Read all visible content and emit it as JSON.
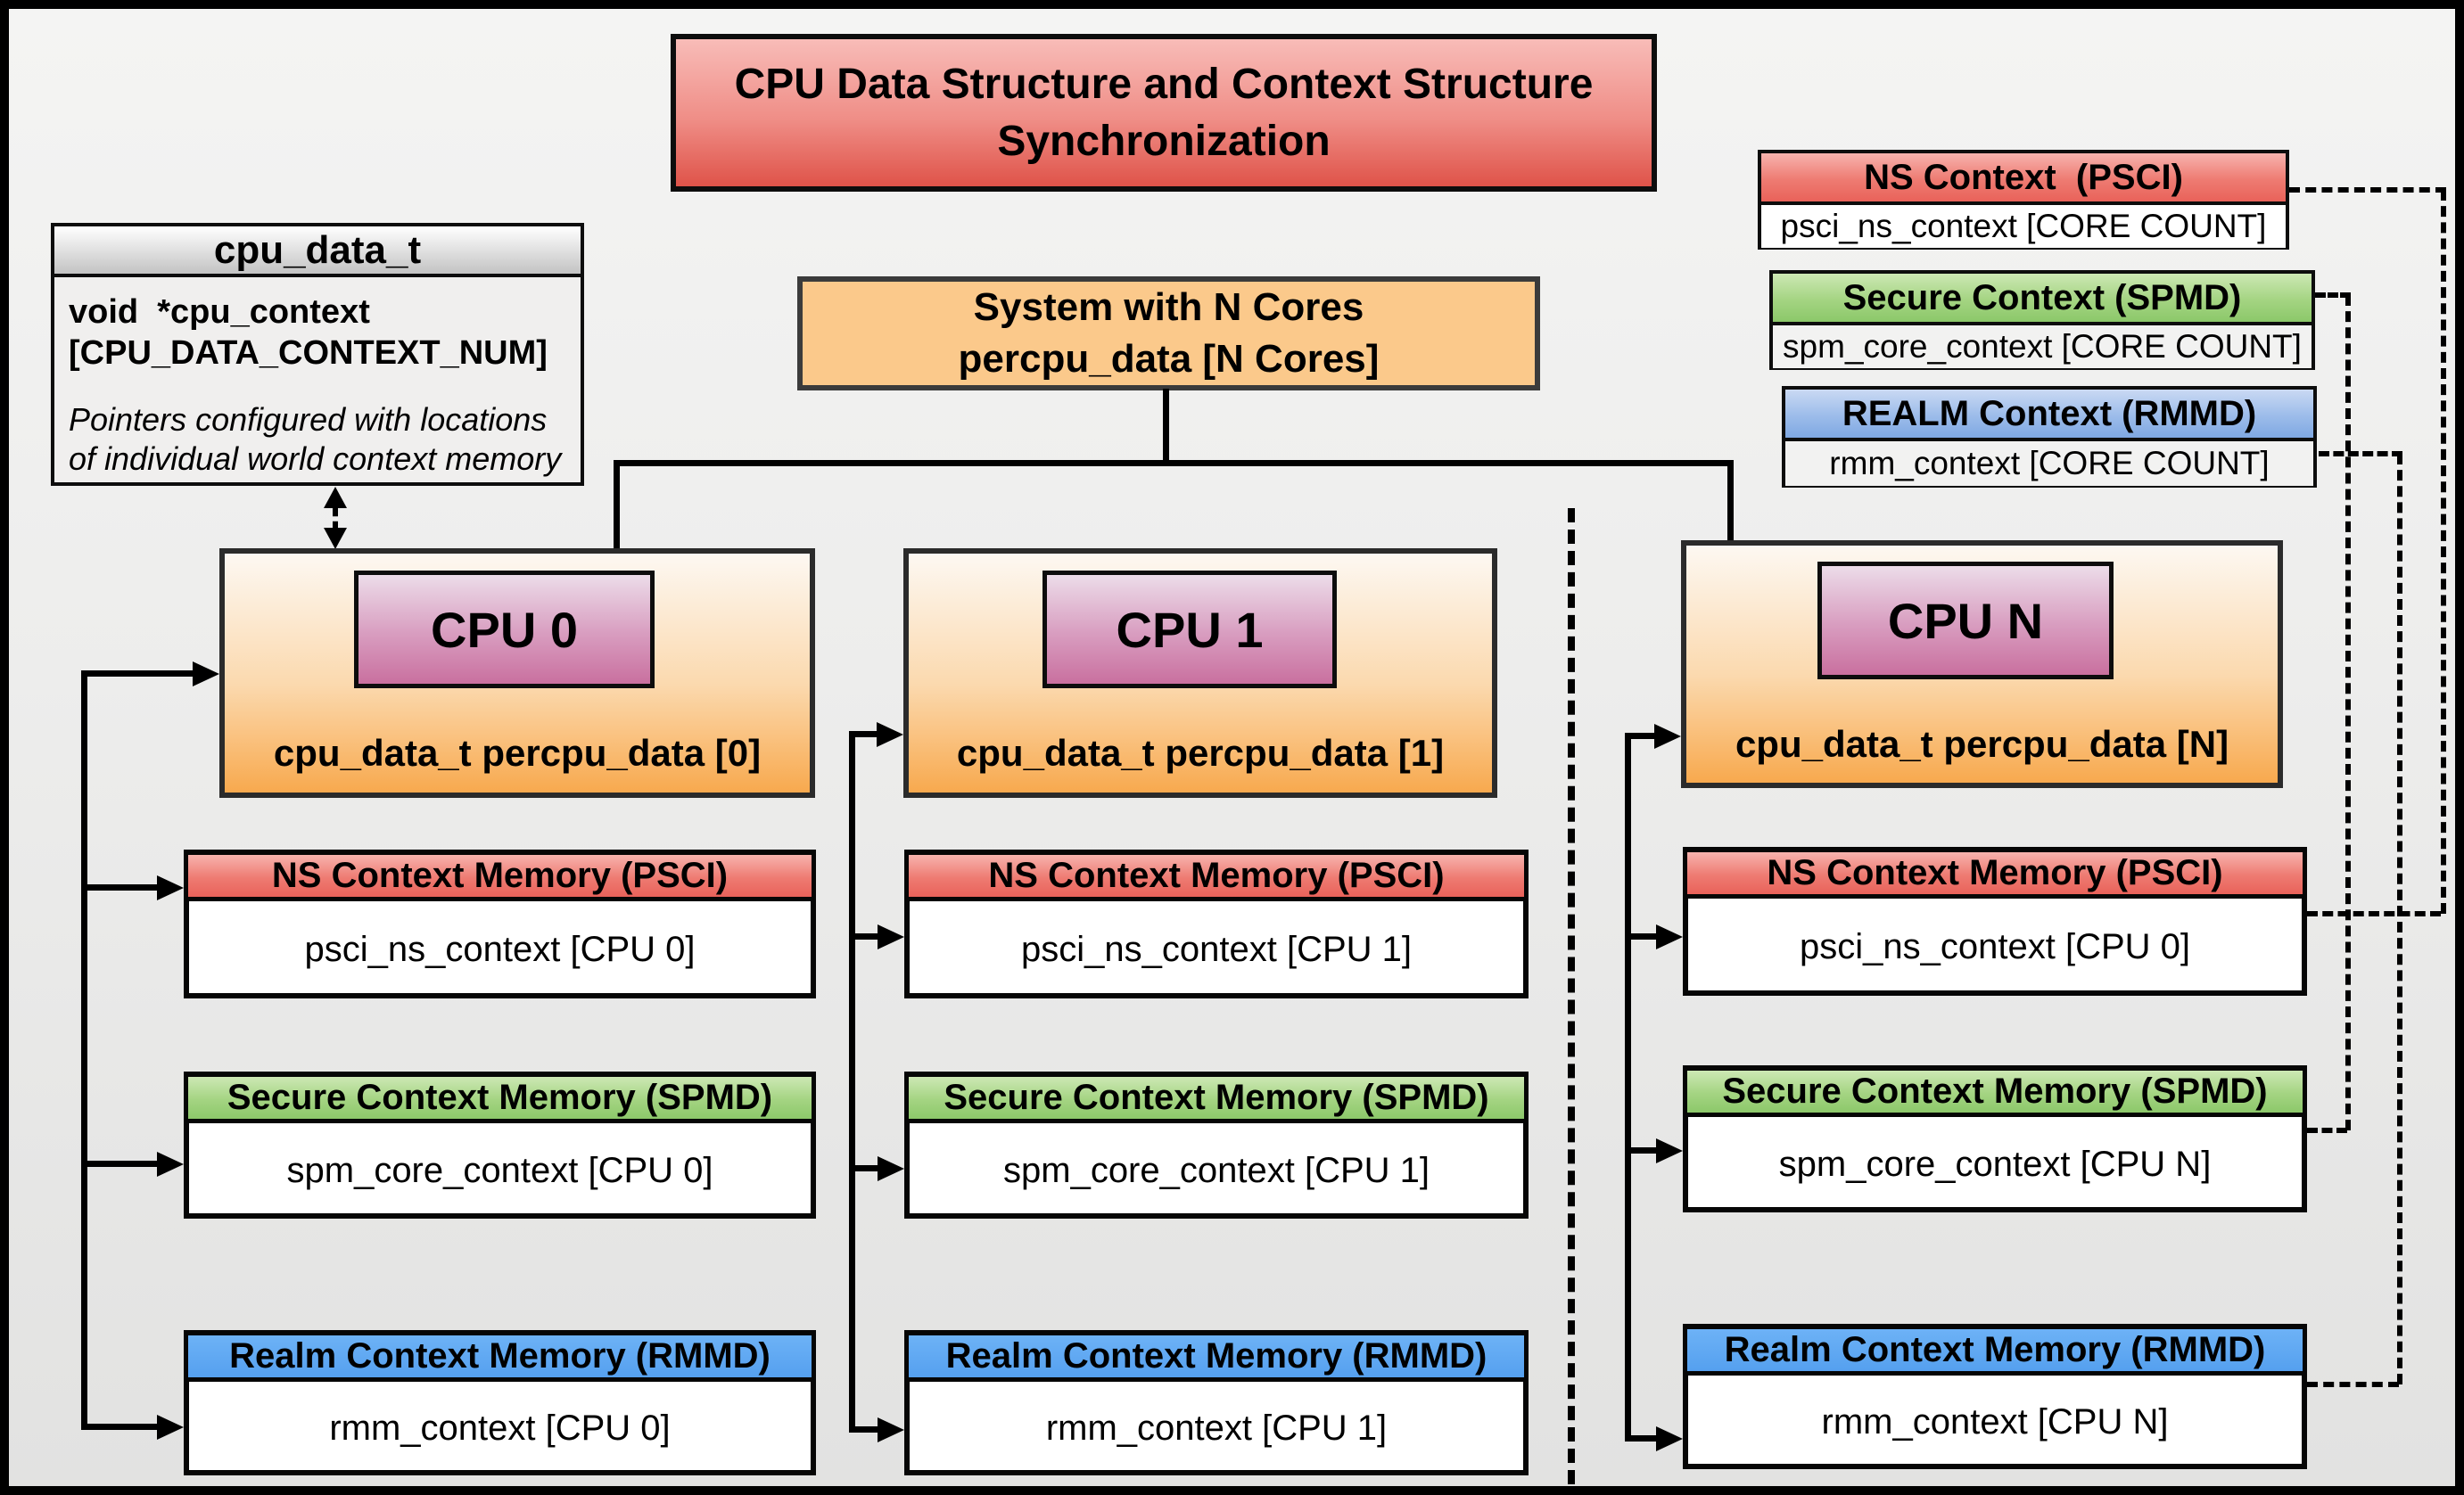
{
  "title": {
    "line1": "CPU Data Structure and Context Structure",
    "line2": "Synchronization"
  },
  "cpu_data_t_box": {
    "header": "cpu_data_t",
    "field_line1": "void  *cpu_context",
    "field_line2": "[CPU_DATA_CONTEXT_NUM]",
    "note_line1": "Pointers configured with locations",
    "note_line2": "of individual world context memory"
  },
  "system_box": {
    "line1": "System with N Cores",
    "line2": "percpu_data [N Cores]"
  },
  "legend": [
    {
      "header": "NS Context  (PSCI)",
      "body": "psci_ns_context [CORE COUNT]"
    },
    {
      "header": "Secure Context (SPMD)",
      "body": "spm_core_context [CORE COUNT]"
    },
    {
      "header": "REALM Context (RMMD)",
      "body": "rmm_context [CORE COUNT]"
    }
  ],
  "columns": [
    {
      "cpu_label": "CPU 0",
      "cpu_sublabel": "cpu_data_t percpu_data [0]",
      "memory_boxes": [
        {
          "header": "NS Context Memory (PSCI)",
          "body": "psci_ns_context [CPU 0]"
        },
        {
          "header": "Secure Context Memory (SPMD)",
          "body": "spm_core_context [CPU 0]"
        },
        {
          "header": "Realm Context Memory (RMMD)",
          "body": "rmm_context [CPU 0]"
        }
      ]
    },
    {
      "cpu_label": "CPU 1",
      "cpu_sublabel": "cpu_data_t percpu_data [1]",
      "memory_boxes": [
        {
          "header": "NS Context Memory (PSCI)",
          "body": "psci_ns_context [CPU 1]"
        },
        {
          "header": "Secure Context Memory (SPMD)",
          "body": "spm_core_context [CPU 1]"
        },
        {
          "header": "Realm Context Memory (RMMD)",
          "body": "rmm_context [CPU 1]"
        }
      ]
    },
    {
      "cpu_label": "CPU N",
      "cpu_sublabel": "cpu_data_t percpu_data [N]",
      "memory_boxes": [
        {
          "header": "NS Context Memory (PSCI)",
          "body": "psci_ns_context [CPU 0]"
        },
        {
          "header": "Secure Context Memory (SPMD)",
          "body": "spm_core_context [CPU N]"
        },
        {
          "header": "Realm Context Memory (RMMD)",
          "body": "rmm_context [CPU N]"
        }
      ]
    }
  ],
  "colors": {
    "title_red": "#df5349",
    "header_red": "#e9625a",
    "header_green": "#8cc86a",
    "legend_blue": "#7fa8e2",
    "memory_blue": "#55a0ef",
    "system_orange": "#fbc98b",
    "cpu_gradient_orange": "#f8a94e",
    "cpu_label_pink": "#c9709f",
    "line_black": "#000000"
  }
}
